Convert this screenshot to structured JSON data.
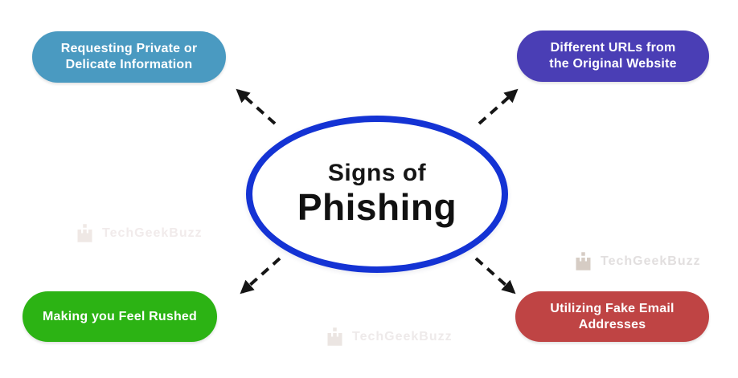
{
  "diagram": {
    "center": {
      "title_line1": "Signs of",
      "title_line2": "Phishing",
      "border_color": "#1433d4"
    },
    "nodes": [
      {
        "id": "requesting-private-info",
        "position": "top-left",
        "label": "Requesting Private or\nDelicate Information",
        "color": "#4a9ac1"
      },
      {
        "id": "different-urls",
        "position": "top-right",
        "label": "Different URLs from\nthe Original Website",
        "color": "#4a3eb5"
      },
      {
        "id": "feel-rushed",
        "position": "bottom-left",
        "label": "Making you Feel Rushed",
        "color": "#2cb314"
      },
      {
        "id": "fake-email-addresses",
        "position": "bottom-right",
        "label": "Utilizing Fake Email Addresses",
        "color": "#bf4444"
      }
    ],
    "arrow_color": "#151515"
  },
  "watermark": {
    "text": "TechGeekBuzz"
  }
}
